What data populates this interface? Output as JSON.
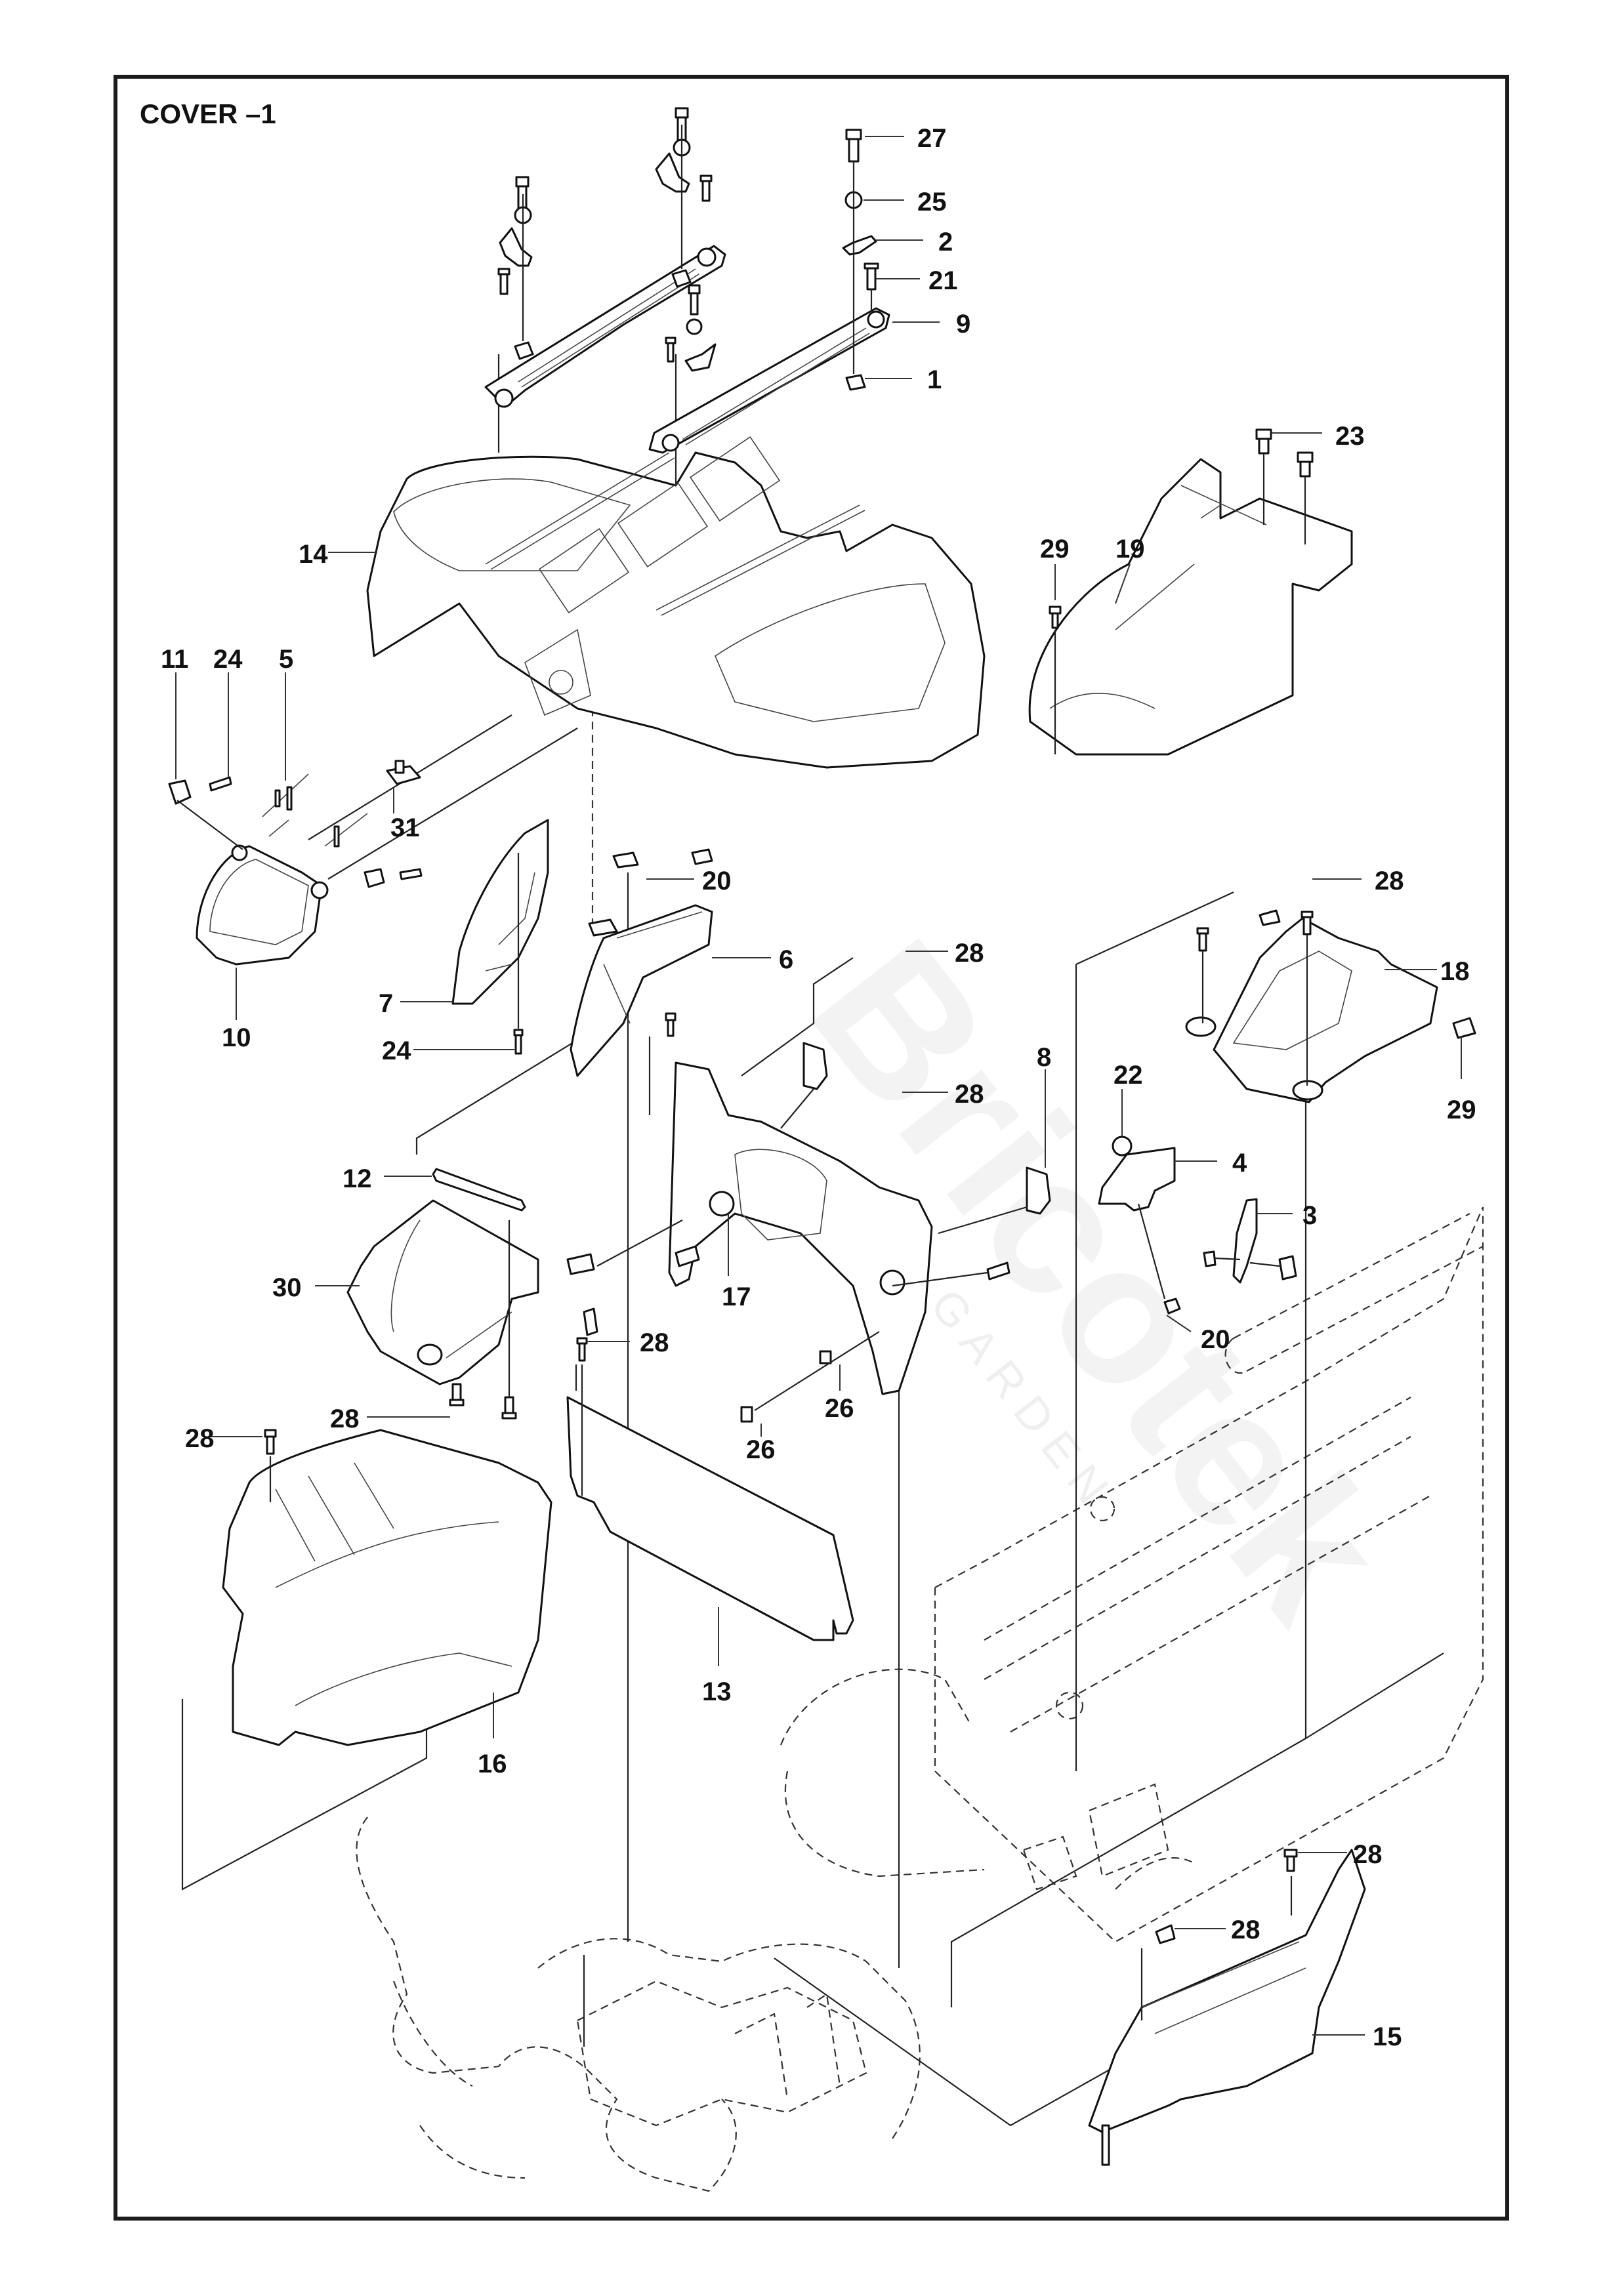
{
  "title": "COVER –1",
  "watermark": {
    "brand": "Bricotek",
    "sub": "GARDEN"
  },
  "callouts": [
    {
      "id": "c27",
      "number": "27"
    },
    {
      "id": "c25",
      "number": "25"
    },
    {
      "id": "c2",
      "number": "2"
    },
    {
      "id": "c21",
      "number": "21"
    },
    {
      "id": "c9",
      "number": "9"
    },
    {
      "id": "c1",
      "number": "1"
    },
    {
      "id": "c23",
      "number": "23"
    },
    {
      "id": "c29a",
      "number": "29"
    },
    {
      "id": "c19",
      "number": "19"
    },
    {
      "id": "c14",
      "number": "14"
    },
    {
      "id": "c11",
      "number": "11"
    },
    {
      "id": "c24a",
      "number": "24"
    },
    {
      "id": "c5",
      "number": "5"
    },
    {
      "id": "c31",
      "number": "31"
    },
    {
      "id": "c10",
      "number": "10"
    },
    {
      "id": "c7",
      "number": "7"
    },
    {
      "id": "c24b",
      "number": "24"
    },
    {
      "id": "c20a",
      "number": "20"
    },
    {
      "id": "c6",
      "number": "6"
    },
    {
      "id": "c28a",
      "number": "28"
    },
    {
      "id": "c28b",
      "number": "28"
    },
    {
      "id": "c18",
      "number": "18"
    },
    {
      "id": "c29b",
      "number": "29"
    },
    {
      "id": "c8",
      "number": "8"
    },
    {
      "id": "c28c",
      "number": "28"
    },
    {
      "id": "c22",
      "number": "22"
    },
    {
      "id": "c4",
      "number": "4"
    },
    {
      "id": "c3",
      "number": "3"
    },
    {
      "id": "c12",
      "number": "12"
    },
    {
      "id": "c30",
      "number": "30"
    },
    {
      "id": "c17",
      "number": "17"
    },
    {
      "id": "c28d",
      "number": "28"
    },
    {
      "id": "c20b",
      "number": "20"
    },
    {
      "id": "c26a",
      "number": "26"
    },
    {
      "id": "c26b",
      "number": "26"
    },
    {
      "id": "c28e",
      "number": "28"
    },
    {
      "id": "c28f",
      "number": "28"
    },
    {
      "id": "c13",
      "number": "13"
    },
    {
      "id": "c16",
      "number": "16"
    },
    {
      "id": "c28g",
      "number": "28"
    },
    {
      "id": "c28h",
      "number": "28"
    },
    {
      "id": "c15",
      "number": "15"
    }
  ]
}
